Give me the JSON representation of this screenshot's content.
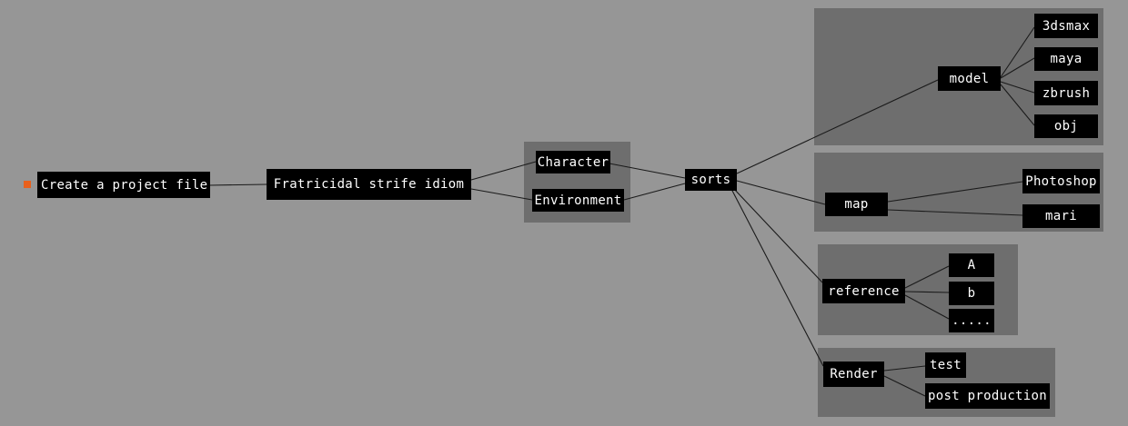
{
  "mindmap": {
    "root": "Create a project file",
    "level1": "Fratricidal strife idiom",
    "character": "Character",
    "environment": "Environment",
    "sorts": "sorts",
    "model": {
      "label": "model",
      "children": [
        "3dsmax",
        "maya",
        "zbrush",
        "obj"
      ]
    },
    "map": {
      "label": "map",
      "children": [
        "Photoshop",
        "mari"
      ]
    },
    "reference": {
      "label": "reference",
      "children": [
        "A",
        "b",
        "....."
      ]
    },
    "render": {
      "label": "Render",
      "children": [
        "test",
        "post production"
      ]
    }
  },
  "colors": {
    "background": "#969696",
    "group": "#6e6e6e",
    "node": "#000000",
    "bullet": "#e8601c"
  }
}
